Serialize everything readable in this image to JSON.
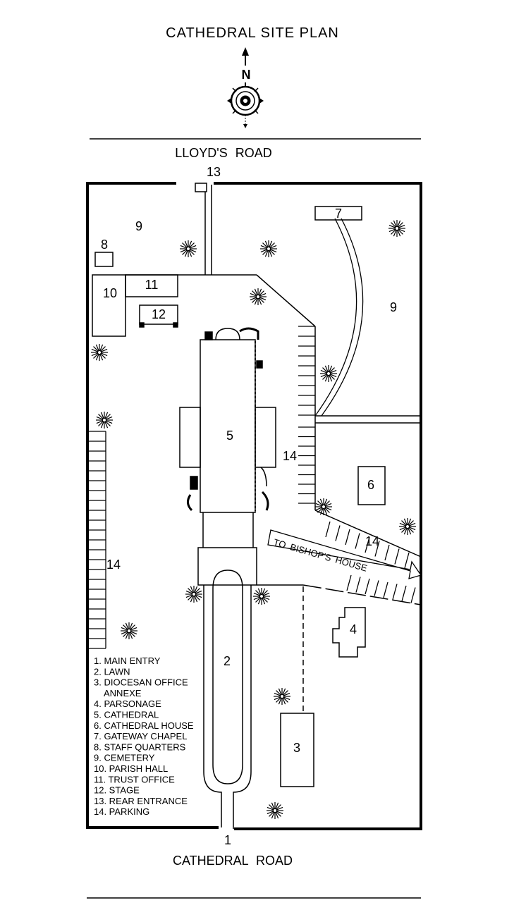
{
  "title": "CATHEDRAL  SITE  PLAN",
  "north_label": "N",
  "roads": {
    "top": "LLOYD'S  ROAD",
    "bottom": "CATHEDRAL  ROAD"
  },
  "arrow_label": "TO BISHOP'S  HOUSE",
  "map_labels": {
    "main_entry": "1",
    "lawn": "2",
    "diocesan_office": "3",
    "parsonage": "4",
    "cathedral": "5",
    "cathedral_house": "6",
    "gateway_chapel": "7",
    "staff_quarters": "8",
    "cemetery": "9",
    "parish_hall": "10",
    "trust_office": "11",
    "stage": "12",
    "rear_entrance": "13",
    "parking": "14"
  },
  "legend": [
    "1. MAIN ENTRY",
    "2. LAWN",
    "3. DIOCESAN OFFICE",
    "ANNEXE",
    "4. PARSONAGE",
    "5. CATHEDRAL",
    "6. CATHEDRAL HOUSE",
    "7. GATEWAY CHAPEL",
    "8. STAFF QUARTERS",
    "9. CEMETERY",
    "10. PARISH HALL",
    "11. TRUST OFFICE",
    "12. STAGE",
    "13. REAR ENTRANCE",
    "14. PARKING"
  ]
}
